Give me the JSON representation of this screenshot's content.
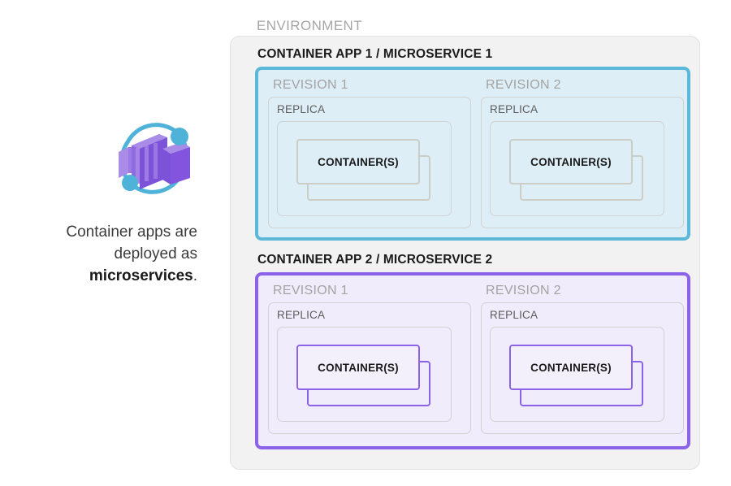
{
  "caption": {
    "line1": "Container apps are",
    "line2": "deployed as",
    "line3_strong": "microservices",
    "line3_tail": "."
  },
  "icon": {
    "name": "azure-container-apps-icon",
    "arc_color": "#4FB3D9",
    "dot_color": "#4FB3D9",
    "box_color_light": "#A98BE8",
    "box_color_mid": "#8C63E8",
    "box_color_dark": "#6E3FD0"
  },
  "environment": {
    "label": "ENVIRONMENT",
    "fill": "#F2F2F2",
    "border": "#E2E2E2"
  },
  "apps": [
    {
      "title": "CONTAINER APP 1 / MICROSERVICE 1",
      "accent": "#5CB8D8",
      "fill": "#DDEEF6",
      "card_border": "#CDCDC8",
      "revisions": [
        {
          "label": "REVISION 1",
          "replica_label": "REPLICA",
          "container_label": "CONTAINER(S)"
        },
        {
          "label": "REVISION 2",
          "replica_label": "REPLICA",
          "container_label": "CONTAINER(S)"
        }
      ]
    },
    {
      "title": "CONTAINER APP 2 / MICROSERVICE 2",
      "accent": "#8C63E8",
      "fill": "#F0ECFB",
      "card_border": "#8C63E8",
      "revisions": [
        {
          "label": "REVISION 1",
          "replica_label": "REPLICA",
          "container_label": "CONTAINER(S)"
        },
        {
          "label": "REVISION 2",
          "replica_label": "REPLICA",
          "container_label": "CONTAINER(S)"
        }
      ]
    }
  ]
}
